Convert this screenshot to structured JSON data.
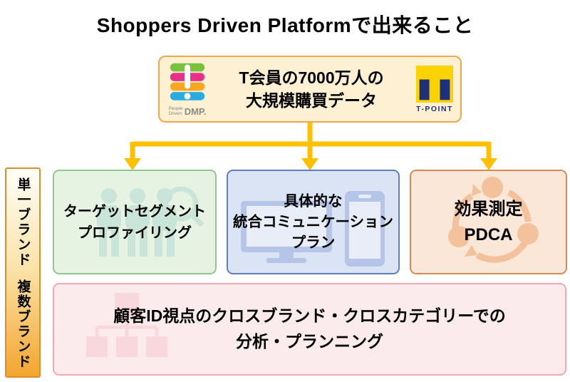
{
  "title": "Shoppers Driven Platformで出来ること",
  "source_card": {
    "line1": "T会員の7000万人の",
    "line2": "大規模購買データ",
    "dmp_logo": {
      "caption_small_1": "People",
      "caption_small_2": "Driven",
      "caption_main": "DMP."
    },
    "tpoint_logo": {
      "caption": "T-POINT"
    }
  },
  "side_label": {
    "top": "単一ブランド",
    "bottom": "複数ブランド"
  },
  "outcome_boxes": [
    {
      "id": "target-segment-profiling",
      "lines": [
        "ターゲットセグメント",
        "プロファイリング"
      ]
    },
    {
      "id": "integrated-communication-plan",
      "lines": [
        "具体的な",
        "統合コミュニケーション",
        "プラン"
      ]
    },
    {
      "id": "effect-measurement-pdca",
      "lines": [
        "効果測定",
        "PDCA"
      ]
    }
  ],
  "cross_analysis_box": {
    "line1": "顧客ID視点のクロスブランド・クロスカテゴリーでの",
    "line2": "分析・プランニング"
  },
  "colors": {
    "arrow": "#FFC000",
    "source_fill": "#FDF0D3",
    "source_border": "#F1A54C",
    "segment_fill": "#E6F3E3",
    "segment_border": "#90C98F",
    "communication_fill": "#DBE4F4",
    "communication_border": "#5E80C1",
    "pdca_fill": "#FAE7D8",
    "pdca_border": "#DC8A55",
    "cross_fill": "#FCEBED",
    "cross_border": "#F1A8B2",
    "ribbon_gradient_bottom": "#F2A52E",
    "tpoint_yellow": "#F9D303",
    "tpoint_blue": "#1E2F7B",
    "dmp_green": "#7AC23B",
    "dmp_magenta": "#E8308A",
    "dmp_orange": "#F6A722",
    "dmp_blue": "#29ABE2"
  }
}
